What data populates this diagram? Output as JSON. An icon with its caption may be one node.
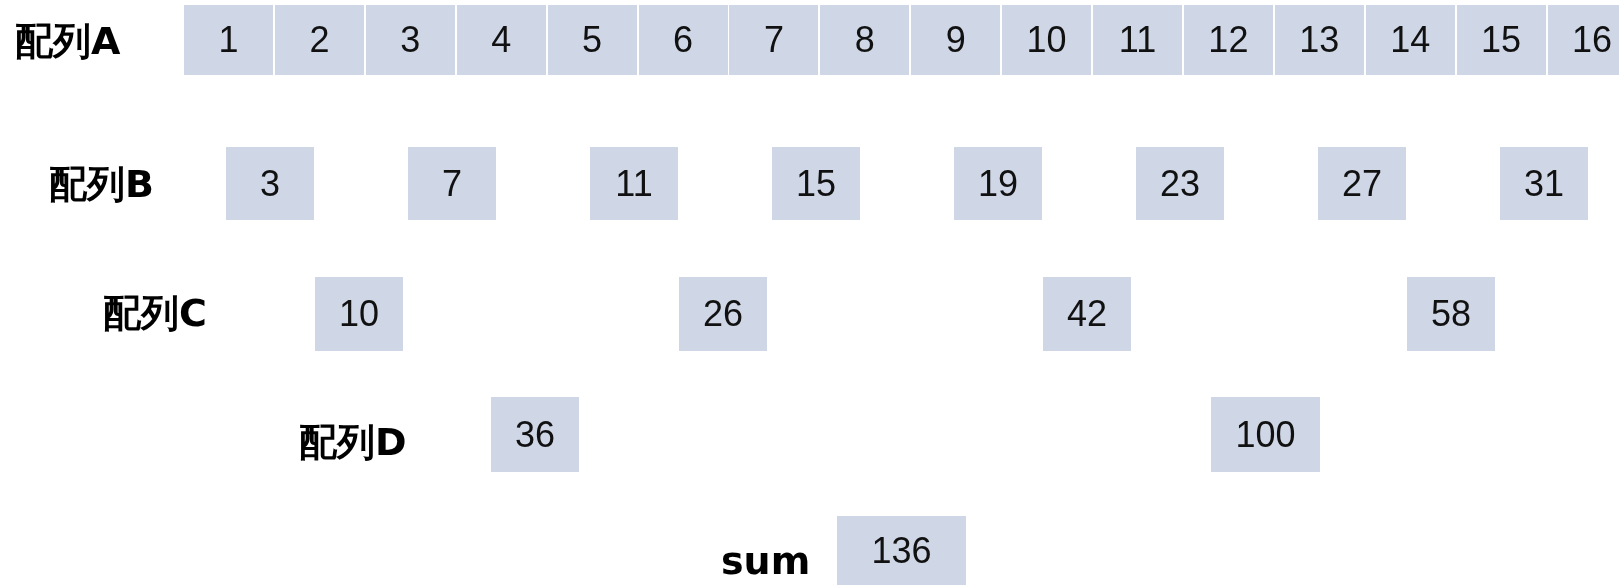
{
  "diagram": {
    "nodes": [
      {
        "text": [
          "1"
        ]
      },
      {
        "text": [
          "2"
        ]
      },
      {
        "text": [
          "3"
        ]
      },
      {
        "text": [
          "4"
        ]
      },
      {
        "text": [
          "5"
        ]
      },
      {
        "text": [
          "6"
        ]
      },
      {
        "text": [
          "7"
        ]
      },
      {
        "text": [
          "8"
        ]
      },
      {
        "text": [
          "9"
        ]
      },
      {
        "text": [
          "10"
        ]
      },
      {
        "text": [
          "11"
        ]
      },
      {
        "text": [
          "12"
        ]
      },
      {
        "text": [
          "13"
        ]
      },
      {
        "text": [
          "14"
        ]
      },
      {
        "text": [
          "15"
        ]
      },
      {
        "text": [
          "16"
        ]
      },
      {
        "text": [
          "3"
        ]
      },
      {
        "text": [
          "7"
        ]
      },
      {
        "text": [
          "11"
        ]
      },
      {
        "text": [
          "15"
        ]
      },
      {
        "text": [
          "19"
        ]
      },
      {
        "text": [
          "23"
        ]
      },
      {
        "text": [
          "27"
        ]
      },
      {
        "text": [
          "31"
        ]
      },
      {
        "text": [
          "10"
        ]
      },
      {
        "text": [
          "26"
        ]
      },
      {
        "text": [
          "42"
        ]
      },
      {
        "text": [
          "58"
        ]
      },
      {
        "text": [
          "36"
        ]
      },
      {
        "text": [
          "100"
        ]
      },
      {
        "text": [
          "136"
        ]
      }
    ],
    "labels": [
      "配列A",
      "配列B",
      "配列C",
      "配列D",
      "sum"
    ]
  }
}
